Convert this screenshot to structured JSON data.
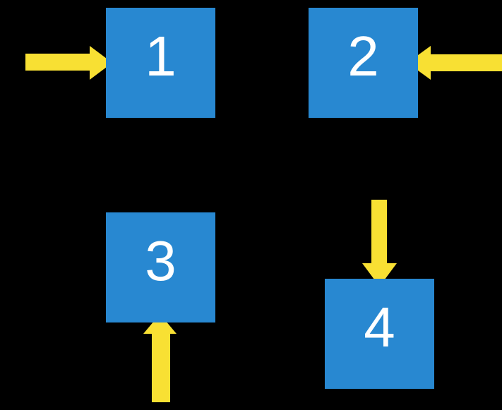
{
  "background_color": "#000000",
  "colors": {
    "box": "#2888D1",
    "arrow": "#F8E033",
    "text": "#FFFFFF",
    "background": "#000000"
  },
  "boxes": [
    {
      "label": "1",
      "position": "top-left",
      "arrow_direction": "right",
      "arrow_enters_from": "left"
    },
    {
      "label": "2",
      "position": "top-right",
      "arrow_direction": "left",
      "arrow_enters_from": "right"
    },
    {
      "label": "3",
      "position": "bottom-left",
      "arrow_direction": "up",
      "arrow_enters_from": "bottom"
    },
    {
      "label": "4",
      "position": "bottom-right",
      "arrow_direction": "down",
      "arrow_enters_from": "top"
    }
  ]
}
